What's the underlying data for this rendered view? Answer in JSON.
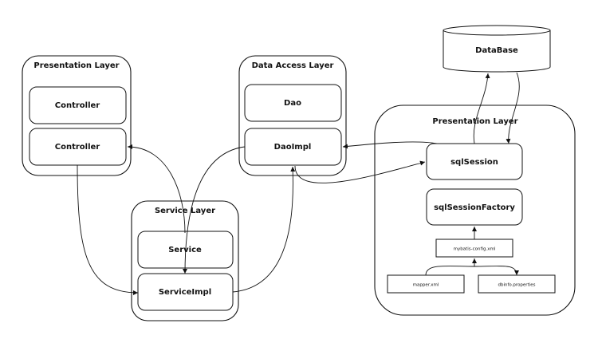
{
  "layers": {
    "presentation_left": "Presentation Layer",
    "data_access": "Data Access Layer",
    "service": "Service Layer",
    "presentation_right": "Presentation Layer"
  },
  "boxes": {
    "controller_1": "Controller",
    "controller_2": "Controller",
    "dao": "Dao",
    "dao_impl": "DaoImpl",
    "service": "Service",
    "service_impl": "ServiceImpl",
    "database": "DataBase",
    "sql_session": "sqlSession",
    "sql_session_factory": "sqlSessionFactory",
    "mybatis_config": "mybatis-config.xml",
    "mapper_xml": "mapper.xml",
    "dbinfo_properties": "dbinfo.properties"
  }
}
